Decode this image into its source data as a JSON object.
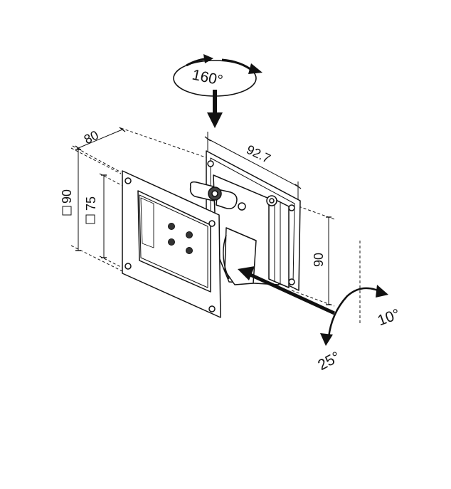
{
  "labels": {
    "rotation": "160°",
    "depth": "80",
    "width": "92.7",
    "vesa_large": "90",
    "vesa_small": "75",
    "height": "90",
    "tilt_up": "10°",
    "tilt_down": "25°"
  }
}
